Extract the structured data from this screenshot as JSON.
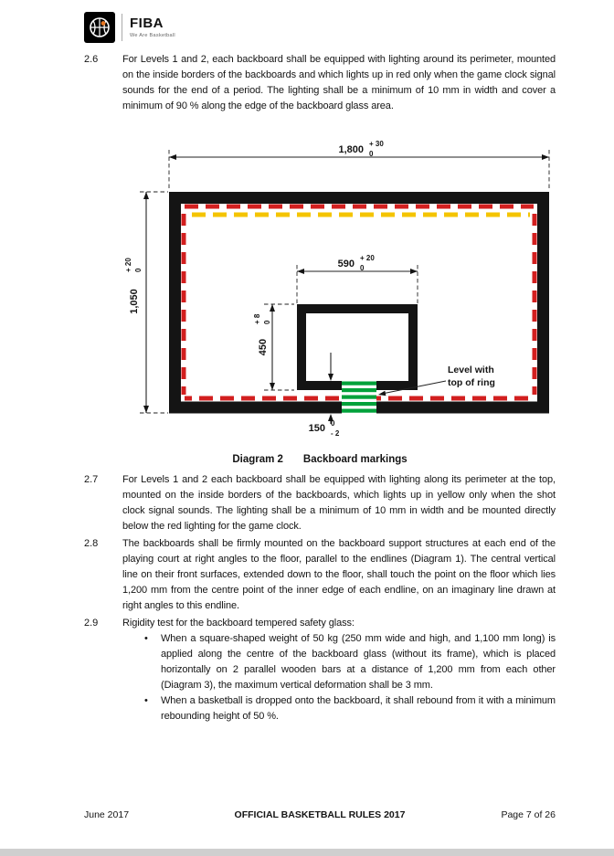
{
  "logo": {
    "brand": "FIBA",
    "tagline": "We Are Basketball"
  },
  "sections": [
    {
      "number": "2.6",
      "text": "For Levels 1 and 2, each backboard shall be equipped with lighting around its perimeter, mounted on the inside borders of the backboards and which lights up in red only when the game clock signal sounds for the end of a period. The lighting shall be a minimum of 10 mm in width and cover a minimum of 90 % along the edge of the backboard glass area."
    },
    {
      "number": "2.7",
      "text": "For Levels 1 and 2 each backboard shall be equipped with lighting along its perimeter at the top, mounted on the inside borders of the backboards, which lights up in yellow only when the shot clock signal sounds. The lighting shall be a minimum of 10 mm in width and be mounted directly below the red lighting for the game clock."
    },
    {
      "number": "2.8",
      "text": "The backboards shall be firmly mounted on the backboard support structures at each end of the playing court at right angles to the floor, parallel to the endlines (Diagram 1). The central vertical line on their front surfaces, extended down to the floor, shall touch the point on the floor which lies 1,200 mm from the centre point of the inner edge of each endline, on an imaginary line drawn at right angles to this endline."
    },
    {
      "number": "2.9",
      "text": "Rigidity test for the backboard tempered safety glass:",
      "bullets": [
        "When a square-shaped weight of 50 kg (250 mm wide and high, and 1,100 mm long) is applied along the centre of the backboard glass (without its frame), which is placed horizontally on 2 parallel wooden bars at a distance of 1,200 mm from each other (Diagram 3), the maximum vertical deformation shall be 3 mm.",
        "When a basketball is dropped onto the backboard, it shall rebound from it with a minimum rebounding height of 50 %."
      ]
    }
  ],
  "diagram": {
    "caption_label": "Diagram 2",
    "caption_title": "Backboard markings",
    "annotation_line1": "Level with",
    "annotation_line2": "top of ring",
    "dimensions": {
      "board_width": {
        "value": "1,800",
        "tol_top": "+ 30",
        "tol_bottom": "0"
      },
      "board_height": {
        "value": "1,050",
        "tol_top": "+ 20",
        "tol_bottom": "0"
      },
      "rect_width": {
        "value": "590",
        "tol_top": "+ 20",
        "tol_bottom": "0"
      },
      "rect_height": {
        "value": "450",
        "tol_top": "+ 8",
        "tol_bottom": "0"
      },
      "ring_offset": {
        "value": "150",
        "tol_top": "0",
        "tol_bottom": "- 2"
      }
    },
    "colors": {
      "frame": "#141414",
      "red": "#d21f1f",
      "yellow": "#f4c400",
      "green": "#00a13a"
    }
  },
  "footer": {
    "date": "June 2017",
    "title": "OFFICIAL BASKETBALL RULES 2017",
    "page": "Page 7 of 26"
  }
}
